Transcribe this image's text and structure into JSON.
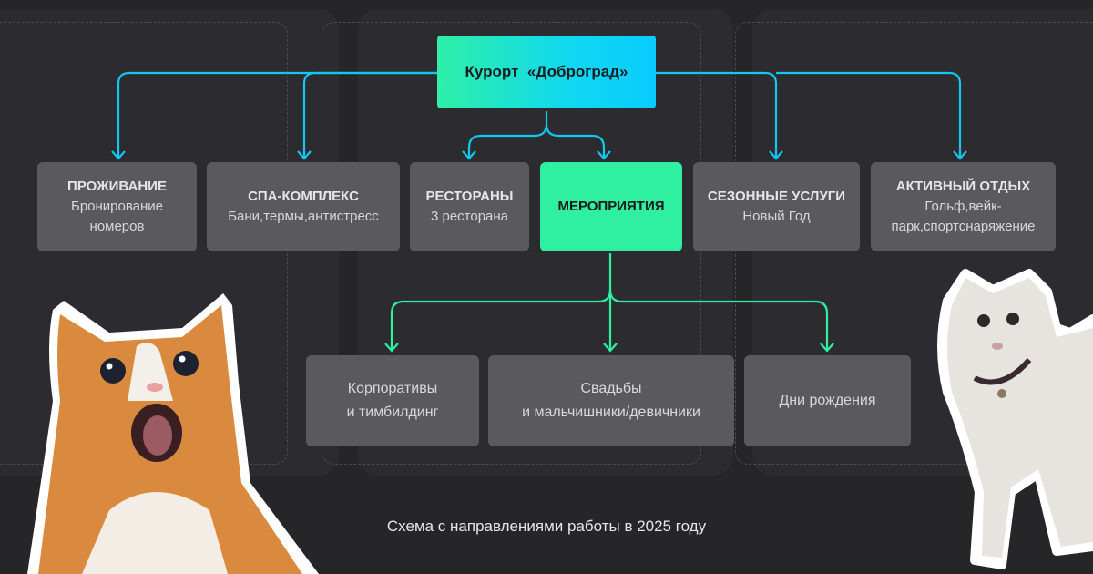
{
  "root": {
    "label": "Курорт  «Доброград»"
  },
  "categories": [
    {
      "title": "ПРОЖИВАНИЕ",
      "subtitle": "Бронирование номеров"
    },
    {
      "title": "СПА-КОМПЛЕКС",
      "subtitle": "Бани,термы,антистресс"
    },
    {
      "title": "РЕСТОРАНЫ",
      "subtitle": "3 ресторана"
    },
    {
      "title": "МЕРОПРИЯТИЯ",
      "subtitle": ""
    },
    {
      "title": "СЕЗОННЫЕ УСЛУГИ",
      "subtitle": "Новый Год"
    },
    {
      "title": "АКТИВНЫЙ ОТДЫХ",
      "subtitle": "Гольф,вейк-парк,спортснаряжение"
    }
  ],
  "events": [
    {
      "line1": "Корпоративы",
      "line2": "и тимбилдинг"
    },
    {
      "line1": "Свадьбы",
      "line2": "и мальчишники/девичники"
    },
    {
      "line1": "Дни рождения",
      "line2": ""
    }
  ],
  "caption": "Схема с направлениями работы в 2025 году",
  "colors": {
    "accent_cyan": "#10c8f0",
    "accent_green": "#2ef0a0",
    "card": "#59595e",
    "background": "#262629"
  }
}
